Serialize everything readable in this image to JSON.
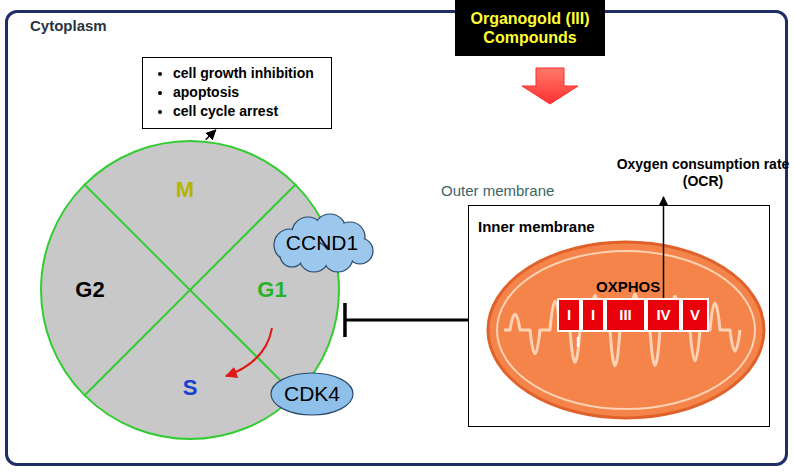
{
  "diagram": {
    "nodes": [
      {
        "text": [
          "Cytoplasm"
        ]
      },
      {
        "text": [
          "Organogold (III) Compounds"
        ],
        "in": 0
      },
      {
        "text": [
          "cell growth inhibition",
          "apoptosis",
          "cell cycle arrest"
        ],
        "in": 0
      },
      {
        "text": [
          "M",
          "G2",
          "G1",
          "S"
        ],
        "in": 0
      },
      {
        "text": [
          "CCND1"
        ],
        "in": 0
      },
      {
        "text": [
          "CDK4"
        ],
        "in": 0
      },
      {
        "text": [
          "Outer membrane"
        ],
        "in": 0
      },
      {
        "text": [
          "Inner membrane"
        ],
        "in": 6
      },
      {
        "text": [
          "I"
        ],
        "in": 7
      },
      {
        "text": [
          "I"
        ],
        "in": 7
      },
      {
        "text": [
          "III"
        ],
        "in": 7
      },
      {
        "text": [
          "IV"
        ],
        "in": 7
      },
      {
        "text": [
          "V"
        ],
        "in": 7
      },
      {
        "text": [
          "Oxygen consumption rate (OCR)"
        ],
        "in": 0
      }
    ],
    "edges": [
      {
        "from": 1,
        "to": 6,
        "arrow": "to"
      },
      {
        "from": 11,
        "to": 13,
        "arrow": "to"
      },
      {
        "from": 6,
        "to": 3,
        "arrow": "to"
      },
      {
        "from": 3,
        "to": 2,
        "arrow": "to"
      }
    ],
    "labels": [
      "OXPHOS",
      "I"
    ]
  }
}
